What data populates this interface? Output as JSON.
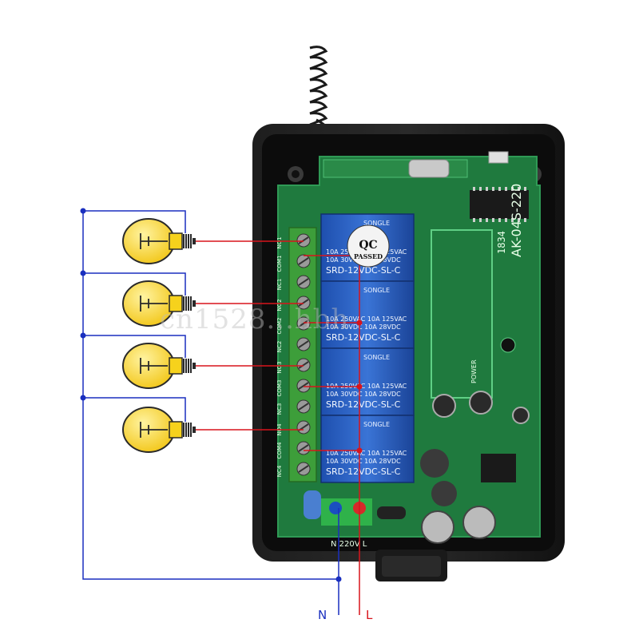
{
  "terminal_labels": {
    "neutral": "N",
    "live": "L"
  },
  "relays": [
    {
      "brand": "SONGLE",
      "rating_line_1": "10A 250VAC  10A 125VAC",
      "rating_line_2": "10A 30VDC  10A 28VDC",
      "model": "SRD-12VDC-SL-C"
    },
    {
      "brand": "SONGLE",
      "rating_line_1": "10A 250VAC  10A 125VAC",
      "rating_line_2": "10A 30VDC  10A 28VDC",
      "model": "SRD-12VDC-SL-C"
    },
    {
      "brand": "SONGLE",
      "rating_line_1": "10A 250VAC  10A 125VAC",
      "rating_line_2": "10A 30VDC  10A 28VDC",
      "model": "SRD-12VDC-SL-C"
    },
    {
      "brand": "SONGLE",
      "rating_line_1": "10A 250VAC  10A 125VAC",
      "rating_line_2": "10A 30VDC  10A 28VDC",
      "model": "SRD-12VDC-SL-C"
    }
  ],
  "qc_sticker": {
    "line_1": "QC",
    "line_2": "PASSED"
  },
  "board_model": "AK-04S-220",
  "board_date": "1834",
  "power_label": "POWER",
  "terminal_block_labels": [
    "NO1",
    "COM1",
    "NC1",
    "NO2",
    "COM2",
    "NC2",
    "NO3",
    "COM3",
    "NC3",
    "NO4",
    "COM4",
    "NC4"
  ],
  "mains_label": "N 220V L",
  "watermark": "cn1528...hbh",
  "colors": {
    "neutral_wire": "#1a2fbf",
    "live_wire": "#d8141c",
    "bulb_fill": "#f6d21c",
    "bulb_outline": "#2a2a2a",
    "pcb": "#1f7a3e",
    "relay": "#2c62c4",
    "terminal_block": "#3d9e3a",
    "case": "#161616"
  }
}
